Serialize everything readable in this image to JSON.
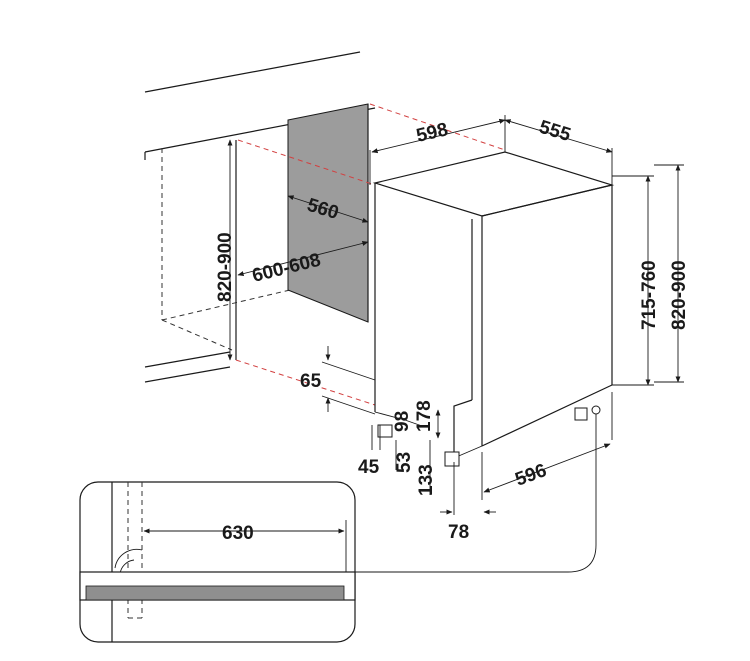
{
  "dimensions": {
    "d598": "598",
    "d555": "555",
    "d560": "560",
    "d600_608": "600-608",
    "d820_900_left": "820-900",
    "d715_760": "715-760",
    "d820_900_right": "820-900",
    "d65": "65",
    "d98": "98",
    "d178": "178",
    "d45": "45",
    "d53": "53",
    "d133": "133",
    "d596": "596",
    "d78": "78",
    "d630": "630"
  },
  "colors": {
    "line": "#1a1a1a",
    "niche_fill": "#9c9c9c",
    "plinth_fill": "#8f8f8f",
    "red_dash": "#d24040"
  }
}
